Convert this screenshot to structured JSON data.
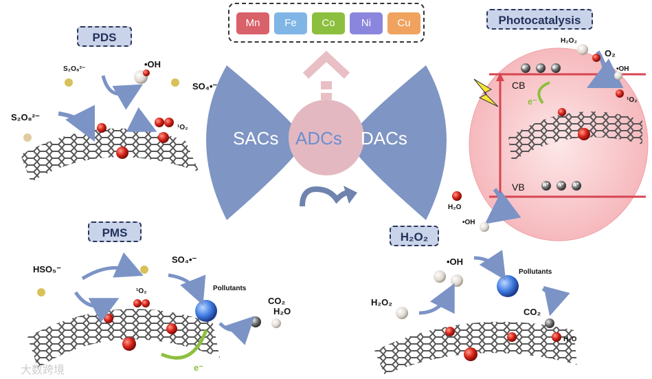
{
  "center": {
    "left_label": "SACs",
    "center_label": "ADCs",
    "right_label": "DACs",
    "metals": [
      {
        "symbol": "Mn",
        "color": "#d9616a"
      },
      {
        "symbol": "Fe",
        "color": "#7fb6e6"
      },
      {
        "symbol": "Co",
        "color": "#8dbf3e"
      },
      {
        "symbol": "Ni",
        "color": "#8b86dd"
      },
      {
        "symbol": "Cu",
        "color": "#f0a35f"
      }
    ]
  },
  "panels": {
    "pds": {
      "title": "PDS",
      "persulfate_top": "S₂O₈²⁻",
      "persulfate_left": "S₂O₈²⁻",
      "hydroxyl": "•OH",
      "sulfate_radical": "SO₄•⁻",
      "singlet_oxygen": "¹O₂"
    },
    "pms": {
      "title": "PMS",
      "peroxymonosulfate": "HSO₅⁻",
      "sulfate_radical": "SO₄•⁻",
      "singlet_oxygen": "¹O₂",
      "pollutants": "Pollutants",
      "co2": "CO₂",
      "h2o": "H₂O",
      "electron": "e⁻"
    },
    "photocatalysis": {
      "title": "Photocatalysis",
      "cb": "CB",
      "vb": "VB",
      "electron": "e⁻",
      "h2o2": "H₂O₂",
      "o2": "O₂",
      "hydroxyl": "•OH",
      "singlet_oxygen": "¹O₂",
      "water": "H₂O",
      "hydroxyl_low": "•OH",
      "band_electrons": [
        "e⁻",
        "e⁻",
        "e⁻"
      ],
      "band_holes": [
        "h⁺",
        "h⁺",
        "h⁺"
      ]
    },
    "h2o2": {
      "title": "H₂O₂",
      "reactant": "H₂O₂",
      "hydroxyl": "•OH",
      "pollutants": "Pollutants",
      "co2": "CO₂",
      "h2o": "H₂O"
    }
  },
  "watermark": "大数跨境",
  "colors": {
    "wing": "#7f95c4",
    "center_circle": "#e4b8c1",
    "arrow_pink": "#e8bfc5",
    "arrow_blue": "#7c93c6",
    "band_red": "#d64550",
    "sphere_pink": "#f6c6c9"
  }
}
